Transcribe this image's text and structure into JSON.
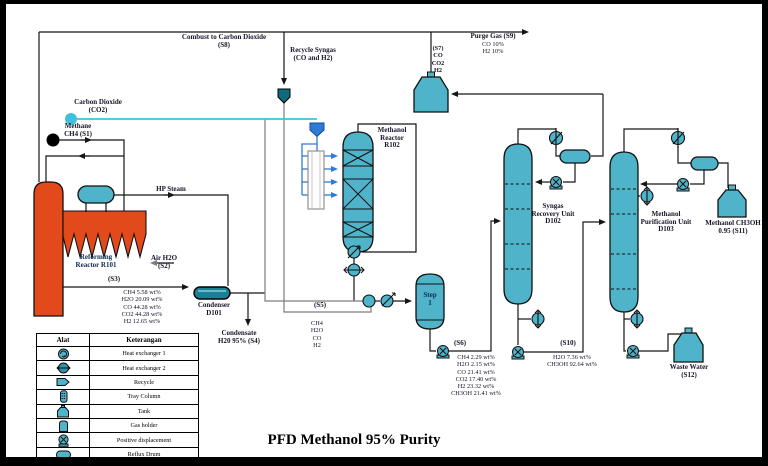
{
  "title": "PFD Methanol 95% Purity",
  "colors": {
    "vessel_teal": "#4FB3C9",
    "condenser_dark_teal": "#1B7F96",
    "reactor_orange": "#E2491B",
    "co2_line_cyan": "#3FC0DC",
    "feed_line_blue": "#2E7BD6",
    "pipe_black": "#161616",
    "pipe_gray": "#7D7D7D",
    "label_text": "#151528"
  },
  "streams": {
    "s1": {
      "lines": [
        "Methane",
        "CH4 (S1)"
      ]
    },
    "s2": {
      "lines": [
        "Air H2O",
        "(S2)"
      ]
    },
    "s3": {
      "name": "(S3)",
      "components": [
        "CH4 5.58 wt%",
        "H2O 20.09 wt%",
        "CO 44.28 wt%",
        "CO2 44.28 wt%",
        "H2 12.65 wt%"
      ]
    },
    "s4": {
      "lines": [
        "Condensate",
        "H20 95% (S4)"
      ]
    },
    "s5": {
      "name": "(S5)",
      "components": [
        "CH4",
        "H2O",
        "CO",
        "H2"
      ]
    },
    "s6": {
      "name": "(S6)",
      "components": [
        "CH4 2.29 wt%",
        "H2O 2.15 wt%",
        "CO 21.41 wt%",
        "CO2 17.40 wt%",
        "H2 23.32 wt%",
        "CH3OH 21.41 wt%"
      ]
    },
    "s7": {
      "lines": [
        "(S7)",
        "CO",
        "CO2",
        "H2"
      ]
    },
    "s8": {
      "lines": [
        "Combust to Carbon Dioxide",
        "(S8)"
      ]
    },
    "s9": {
      "lines": [
        "Purge Gas (S9)",
        "CO 10%",
        "H2 10%"
      ]
    },
    "s10": {
      "name": "(S10)",
      "components": [
        "H2O 7.36 wt%",
        "CH3OH 92.64 wt%"
      ]
    },
    "s11": {
      "lines": [
        "Methanol CH3OH",
        "0.95 (S11)"
      ]
    },
    "s12": {
      "lines": [
        "Waste Water",
        "(S12)"
      ]
    },
    "co2_feed": {
      "lines": [
        "Carbon Dioxide",
        "(CO2)"
      ]
    },
    "recycle_syngas": {
      "lines": [
        "Recycle Syngas",
        "(CO and H2)"
      ]
    },
    "hp_steam": "HP Steam"
  },
  "equipment": {
    "reforming_reactor": {
      "lines": [
        "Reforming",
        "Reactor R101"
      ]
    },
    "condenser": {
      "lines": [
        "Condenser",
        "D101"
      ]
    },
    "methanol_reactor": {
      "lines": [
        "Methanol",
        "Reactor",
        "R102"
      ]
    },
    "step1": {
      "lines": [
        "Step",
        "1"
      ]
    },
    "syngas_recovery": {
      "lines": [
        "Syngas",
        "Recovery Unit",
        "D102"
      ]
    },
    "methanol_purification": {
      "lines": [
        "Methanol",
        "Purification Unit",
        "D103"
      ]
    }
  },
  "legend": {
    "headers": [
      "Alat",
      "Keterangan"
    ],
    "rows": [
      {
        "icon": "heat-exchanger-1-icon",
        "label": "Heat exchanger 1"
      },
      {
        "icon": "heat-exchanger-2-icon",
        "label": "Heat exchanger 2"
      },
      {
        "icon": "recycle-icon",
        "label": "Recycle"
      },
      {
        "icon": "tray-column-icon",
        "label": "Tray Column"
      },
      {
        "icon": "tank-icon",
        "label": "Tank"
      },
      {
        "icon": "gas-holder-icon",
        "label": "Gas holder"
      },
      {
        "icon": "positive-displacement-icon",
        "label": "Positive displacement"
      },
      {
        "icon": "reflux-drum-icon",
        "label": "Reflux Drum"
      }
    ]
  }
}
